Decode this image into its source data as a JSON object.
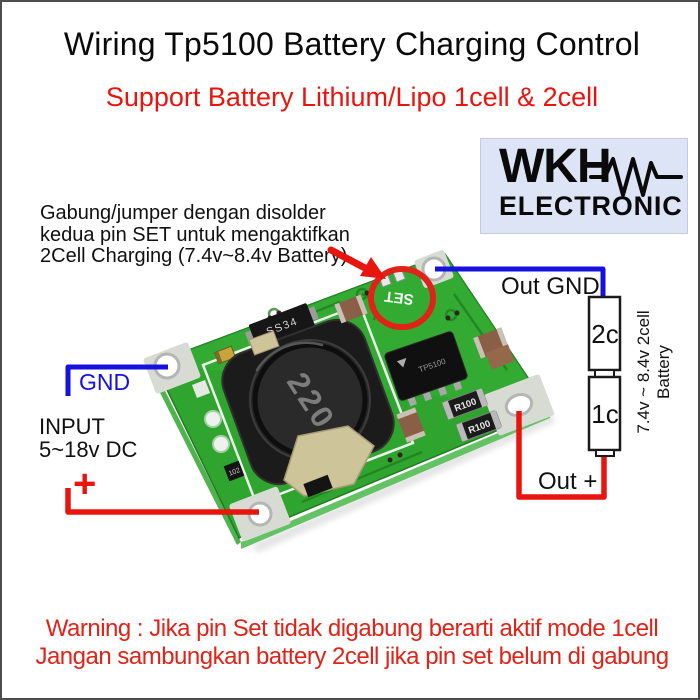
{
  "header": {
    "title": "Wiring Tp5100 Battery Charging Control",
    "subtitle": "Support Battery Lithium/Lipo 1cell & 2cell"
  },
  "logo": {
    "name": "WKH",
    "subtitle": "ELECTRONIC"
  },
  "annotation": {
    "lines": [
      "Gabung/jumper dengan disolder",
      "kedua pin SET untuk mengaktifkan",
      "2Cell Charging (7.4v~8.4v Battery)"
    ]
  },
  "wiring": {
    "input_gnd_label": "GND",
    "input_label": "INPUT",
    "input_voltage": "5~18v DC",
    "input_plus_label": "+",
    "out_gnd_label": "Out GND",
    "out_plus_label": "Out +",
    "battery_cells": [
      "2c",
      "1c"
    ],
    "battery_note": "7.4v ~ 8.4v 2cell Battery"
  },
  "pcb": {
    "set_pin_label": "SET",
    "inductor_value": "220",
    "diode_label": "SS34",
    "chip_label": "TP5100",
    "resistor_labels": [
      "R100",
      "R100"
    ],
    "component_value": "102"
  },
  "warning": {
    "lines": [
      "Warning : Jika pin Set tidak digabung berarti aktif mode 1cell",
      "Jangan sambungkan battery 2cell jika pin set belum di gabung"
    ]
  },
  "colors": {
    "accent_red": "#e02318",
    "wire_blue": "#1612dc",
    "wire_red": "#e8150e",
    "pcb_green": "#2fa52f",
    "logo_background": "#dde4f6"
  }
}
